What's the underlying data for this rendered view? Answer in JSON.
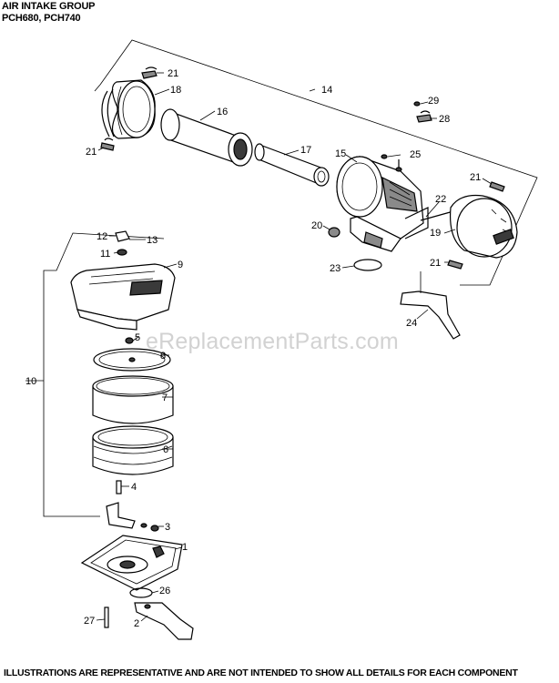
{
  "header": {
    "title": "AIR INTAKE GROUP",
    "models": "PCH680, PCH740"
  },
  "watermark": "eReplacementParts.com",
  "footer": "ILLUSTRATIONS ARE REPRESENTATIVE AND ARE NOT INTENDED TO SHOW ALL DETAILS FOR EACH COMPONENT",
  "callouts": {
    "c1": "1",
    "c2": "2",
    "c3": "3",
    "c4": "4",
    "c5": "5",
    "c6": "6",
    "c7": "7",
    "c8": "8",
    "c9": "9",
    "c10": "10",
    "c11": "11",
    "c12": "12",
    "c13": "13",
    "c14": "14",
    "c15": "15",
    "c16": "16",
    "c17": "17",
    "c18": "18",
    "c19": "19",
    "c20": "20",
    "c21a": "21",
    "c21b": "21",
    "c21c": "21",
    "c21d": "21",
    "c22": "22",
    "c23": "23",
    "c24": "24",
    "c25": "25",
    "c26": "26",
    "c27": "27",
    "c28": "28",
    "c29": "29"
  }
}
